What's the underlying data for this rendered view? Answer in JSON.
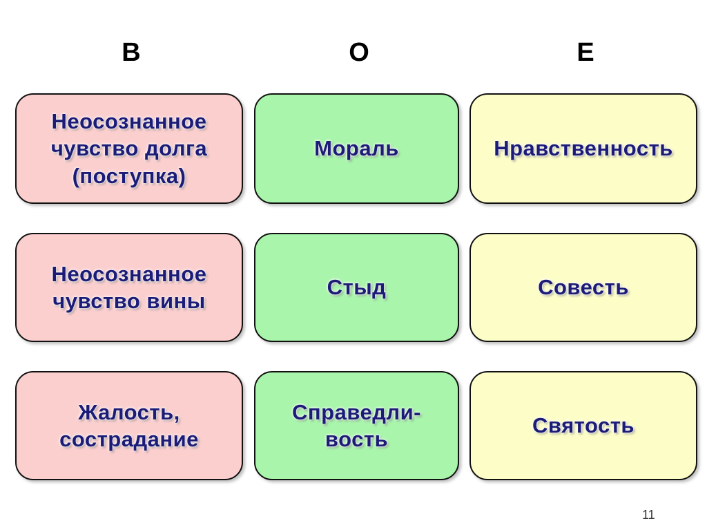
{
  "headers": [
    "В",
    "О",
    "Е"
  ],
  "rows": [
    [
      "Неосознанное\nчувство долга\n(поступка)",
      "Мораль",
      "Нравственность"
    ],
    [
      "Неосознанное\nчувство вины",
      "Стыд",
      "Совесть"
    ],
    [
      "Жалость,\nсострадание",
      "Справедли-\nвость",
      "Святость"
    ]
  ],
  "page_number": "11",
  "colors": {
    "col1": "#fccfcf",
    "col2": "#a8f5ab",
    "col3": "#fdfdc8",
    "text": "#1c1c78"
  }
}
